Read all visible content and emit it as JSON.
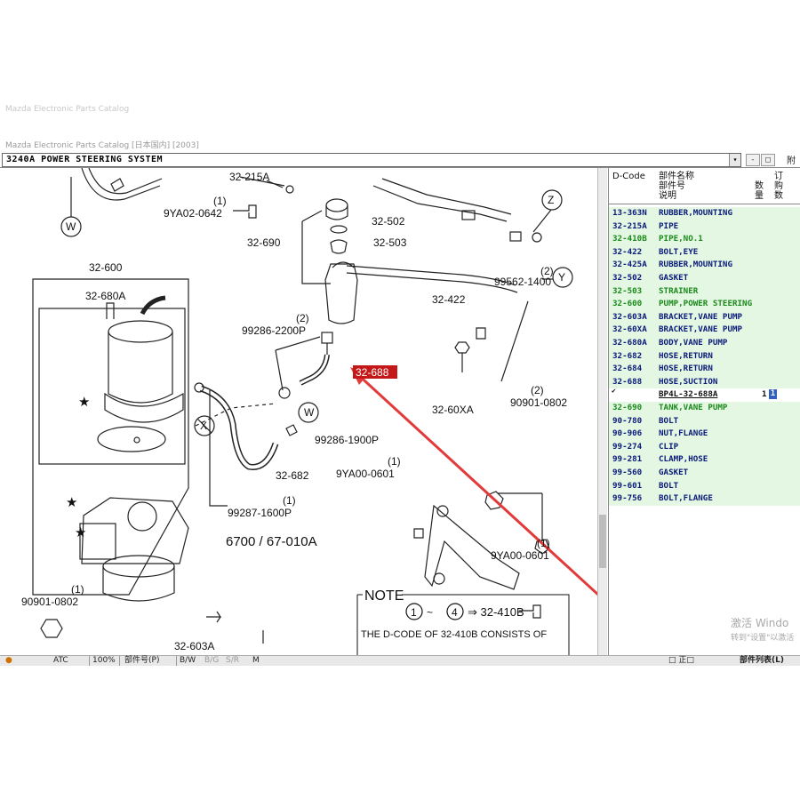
{
  "app": {
    "faint_title": "Mazda Electronic Parts Catalog",
    "window_title": "Mazda Electronic Parts Catalog  [日本国内] [2003]"
  },
  "toolbar": {
    "section": "3240A  POWER STEERING SYSTEM",
    "combo_arrow": "▾",
    "btn_minus": "-",
    "btn_dots": "□",
    "right_label": "附"
  },
  "diagram": {
    "labels": {
      "w1": "W",
      "w2": "W",
      "x": "X",
      "y": "Y",
      "z": "Z",
      "p32_215A": "32-215A",
      "p9YA02_0642": "9YA02-0642",
      "q9YA02": "(1)",
      "p32_502": "32-502",
      "p32_503": "32-503",
      "p32_690": "32-690",
      "p32_600": "32-600",
      "p32_680A": "32-680A",
      "p99286_2200P": "99286-2200P",
      "q99286_2200P": "(2)",
      "p32_688": "32-688",
      "p32_60XA": "32-60XA",
      "p90901_0802a": "90901-0802",
      "q90901a": "(2)",
      "p99286_1900P": "99286-1900P",
      "p32_682": "32-682",
      "p9YA00_0601a": "9YA00-0601",
      "q9YA00a": "(1)",
      "p99287_1600P": "99287-1600P",
      "q99287": "(1)",
      "p6700": "6700 / 67-010A",
      "p9YA00_0601b": "9YA00-0601",
      "q9YA00b": "(1)",
      "p90901_0802b": "90901-0802",
      "q90901b": "(1)",
      "p32_603A": "32-603A",
      "p32_422": "32-422",
      "p99562_1400": "99562-1400",
      "q99562": "(2)",
      "note_title": "NOTE",
      "note_n1": "1",
      "note_n4": "4",
      "note_arrow": "⇒ 32-410B",
      "note_dash": "~",
      "note_text": "THE D-CODE OF  32-410B  CONSISTS OF"
    }
  },
  "parts_list": {
    "headers": {
      "dcode": "D-Code",
      "name_l1": "部件名称",
      "name_l2": "部件号",
      "name_l3": "说明",
      "qty": "数量",
      "order_l1": "订",
      "order_l2": "购",
      "order_l3": "数"
    },
    "rows": [
      {
        "code": "13-363N",
        "name": "RUBBER,MOUNTING"
      },
      {
        "code": "32-215A",
        "name": "PIPE"
      },
      {
        "code": "32-410B",
        "name": "PIPE,NO.1"
      },
      {
        "code": "32-422",
        "name": "BOLT,EYE"
      },
      {
        "code": "32-425A",
        "name": "RUBBER,MOUNTING"
      },
      {
        "code": "32-502",
        "name": "GASKET"
      },
      {
        "code": "32-503",
        "name": "STRAINER"
      },
      {
        "code": "32-600",
        "name": "PUMP,POWER STEERING"
      },
      {
        "code": "32-603A",
        "name": "BRACKET,VANE PUMP"
      },
      {
        "code": "32-60XA",
        "name": "BRACKET,VANE PUMP"
      },
      {
        "code": "32-680A",
        "name": "BODY,VANE PUMP"
      },
      {
        "code": "32-682",
        "name": "HOSE,RETURN"
      },
      {
        "code": "32-684",
        "name": "HOSE,RETURN"
      },
      {
        "code": "32-688",
        "name": "HOSE,SUCTION"
      },
      {
        "code": "",
        "name": "BP4L-32-688A",
        "qty": "1",
        "order": "1",
        "check": "✔"
      },
      {
        "code": "32-690",
        "name": "TANK,VANE PUMP"
      },
      {
        "code": "90-780",
        "name": "BOLT"
      },
      {
        "code": "90-906",
        "name": "NUT,FLANGE"
      },
      {
        "code": "99-274",
        "name": "CLIP"
      },
      {
        "code": "99-281",
        "name": "CLAMP,HOSE"
      },
      {
        "code": "99-560",
        "name": "GASKET"
      },
      {
        "code": "99-601",
        "name": "BOLT"
      },
      {
        "code": "99-756",
        "name": "BOLT,FLANGE"
      }
    ]
  },
  "statusbar": {
    "s1": "ATC",
    "s2": "100%",
    "s3": "部件号(P)",
    "s4": "B/W",
    "s5": "B/G",
    "s6": "S/R",
    "s7": "M",
    "s8": "□ 正□",
    "s9": "部件列表(L)"
  },
  "watermark": {
    "line1": "激活 Windo",
    "line2": "转到\"设置\"以激活"
  }
}
